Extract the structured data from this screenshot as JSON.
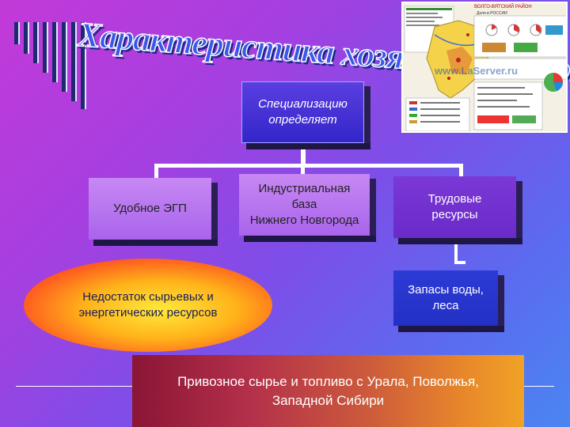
{
  "title": "Характеристика хозяйства района",
  "top_box": {
    "line1": "Специализацию",
    "line2": "определяет"
  },
  "factors": [
    {
      "line1": "Удобное ЭГП",
      "line2": "",
      "line3": ""
    },
    {
      "line1": "Индустриальная",
      "line2": "база",
      "line3": "Нижнего Новгорода"
    },
    {
      "line1": "Трудовые",
      "line2": "ресурсы",
      "line3": ""
    }
  ],
  "water_box": {
    "line1": "Запасы воды,",
    "line2": "леса"
  },
  "shortage": {
    "line1": "Недостаток сырьевых и",
    "line2": "энергетических ресурсов"
  },
  "import_note": {
    "line1": "Привозное сырье и топливо с Урала, Поволжья,",
    "line2": "Западной Сибири"
  },
  "map": {
    "heading": "ВОЛГО-ВЯТСКИЙ РАЙОН",
    "subheading": "Доля в РОССИИ",
    "watermark": "www.LaServer.ru"
  },
  "colors": {
    "top_box": "#3326c9",
    "factor_light": "#b874ef",
    "factor_dark": "#6a2ac9",
    "water_box": "#2230c4",
    "ellipse_center": "#ffe93a",
    "ellipse_edge": "#e8121e",
    "bottom_left": "#8a1535",
    "bottom_right": "#f0a226"
  }
}
